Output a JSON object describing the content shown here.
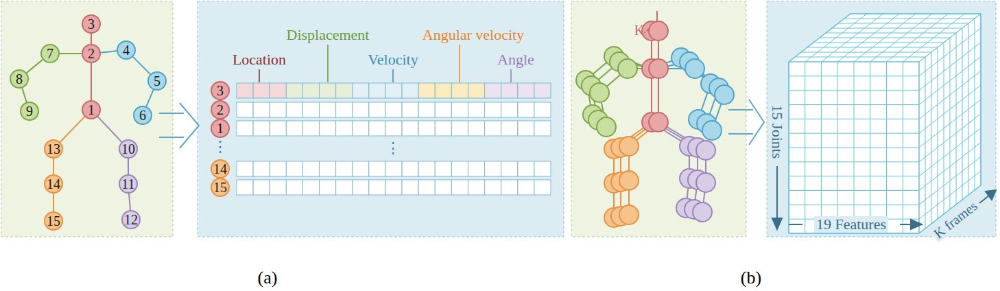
{
  "diagram": {
    "nodes": [
      {
        "text": [
          "1"
        ]
      },
      {
        "text": [
          "2"
        ]
      },
      {
        "text": [
          "3"
        ]
      },
      {
        "text": [
          "4"
        ]
      },
      {
        "text": [
          "5"
        ]
      },
      {
        "text": [
          "6"
        ]
      },
      {
        "text": [
          "7"
        ]
      },
      {
        "text": [
          "8"
        ]
      },
      {
        "text": [
          "9"
        ]
      },
      {
        "text": [
          "10"
        ]
      },
      {
        "text": [
          "11"
        ]
      },
      {
        "text": [
          "12"
        ]
      },
      {
        "text": [
          "13"
        ]
      },
      {
        "text": [
          "14"
        ]
      },
      {
        "text": [
          "15"
        ]
      },
      {
        "text": [
          "3"
        ]
      },
      {
        "text": [
          "2"
        ]
      },
      {
        "text": [
          "1"
        ]
      },
      {
        "text": [
          "14"
        ]
      },
      {
        "text": [
          "15"
        ]
      }
    ],
    "edges": [
      {
        "from": 0,
        "to": 1,
        "arrow": "none"
      },
      {
        "from": 1,
        "to": 2,
        "arrow": "none"
      },
      {
        "from": 1,
        "to": 3,
        "arrow": "none"
      },
      {
        "from": 3,
        "to": 4,
        "arrow": "none"
      },
      {
        "from": 4,
        "to": 5,
        "arrow": "none"
      },
      {
        "from": 1,
        "to": 6,
        "arrow": "none"
      },
      {
        "from": 6,
        "to": 7,
        "arrow": "none"
      },
      {
        "from": 7,
        "to": 8,
        "arrow": "none"
      },
      {
        "from": 0,
        "to": 9,
        "arrow": "none"
      },
      {
        "from": 9,
        "to": 10,
        "arrow": "none"
      },
      {
        "from": 10,
        "to": 11,
        "arrow": "none"
      },
      {
        "from": 0,
        "to": 12,
        "arrow": "none"
      },
      {
        "from": 12,
        "to": 13,
        "arrow": "none"
      },
      {
        "from": 13,
        "to": 14,
        "arrow": "none"
      }
    ],
    "labels": [
      "Location",
      "Displacement",
      "Velocity",
      "Angular velocity",
      "Angle",
      "⋮",
      "⋮",
      "K",
      "15 Joints",
      "19 Features",
      "K frames",
      "(a)",
      "(b)"
    ]
  }
}
